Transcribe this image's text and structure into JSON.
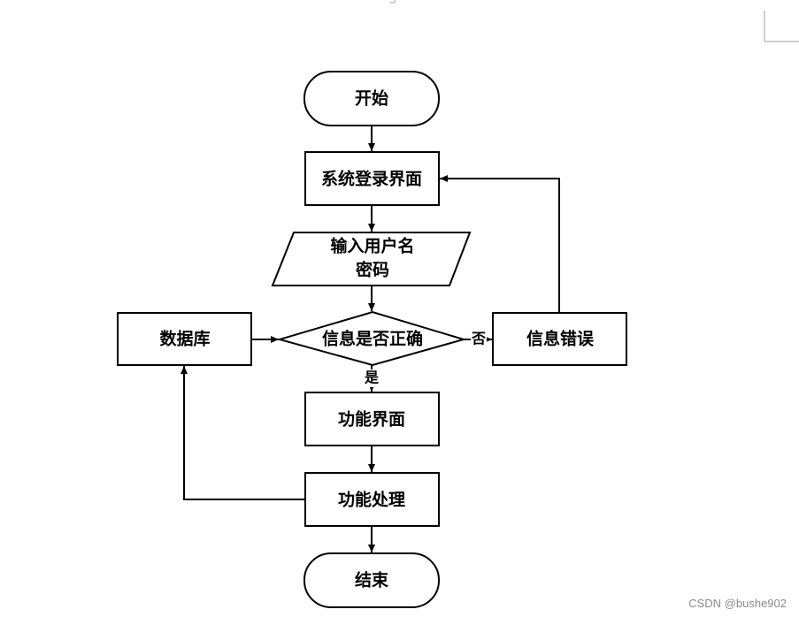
{
  "diagram": {
    "nodes": {
      "start": "开始",
      "login": "系统登录界面",
      "input_line1": "输入用户名",
      "input_line2": "密码",
      "database": "数据库",
      "check": "信息是否正确",
      "error": "信息错误",
      "function_ui": "功能界面",
      "function_process": "功能处理",
      "end": "结束"
    },
    "edge_labels": {
      "no": "否",
      "yes": "是"
    }
  },
  "watermark": "CSDN @bushe902",
  "colors": {
    "stroke": "#000000",
    "background": "#ffffff",
    "watermark": "#8a8a8a",
    "page_corner": "#a0a0a0"
  }
}
